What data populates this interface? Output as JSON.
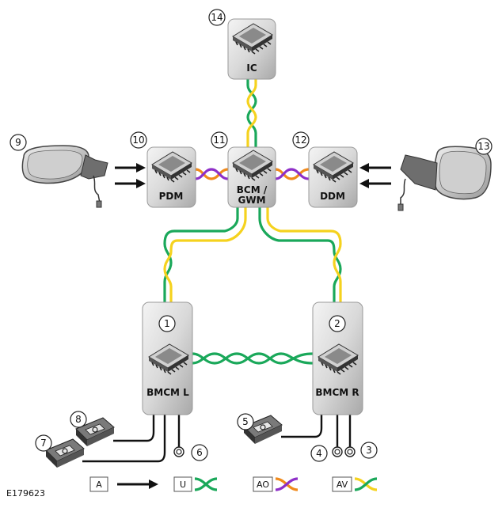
{
  "figure_id": "E179623",
  "modules": {
    "ic": "IC",
    "pdm": "PDM",
    "bcm_line1": "BCM /",
    "bcm_line2": "GWM",
    "ddm": "DDM",
    "bcml": "BMCM L",
    "bcmr": "BMCM R"
  },
  "callouts": [
    "1",
    "2",
    "3",
    "4",
    "5",
    "6",
    "7",
    "8",
    "9",
    "10",
    "11",
    "12",
    "13",
    "14"
  ],
  "legend": {
    "arrow_label": "A",
    "u_label": "U",
    "ao_label": "AO",
    "av_label": "AV"
  },
  "colors": {
    "can_green": "#1aa85a",
    "can_yellow": "#f5d21e",
    "lin_purple": "#8e2fc8",
    "lin_orange": "#f08a1c"
  },
  "icons": [
    "chip-icon",
    "mirror-left-icon",
    "mirror-right-icon",
    "fuse-icon",
    "ground-terminal-icon",
    "arrow-icon"
  ]
}
